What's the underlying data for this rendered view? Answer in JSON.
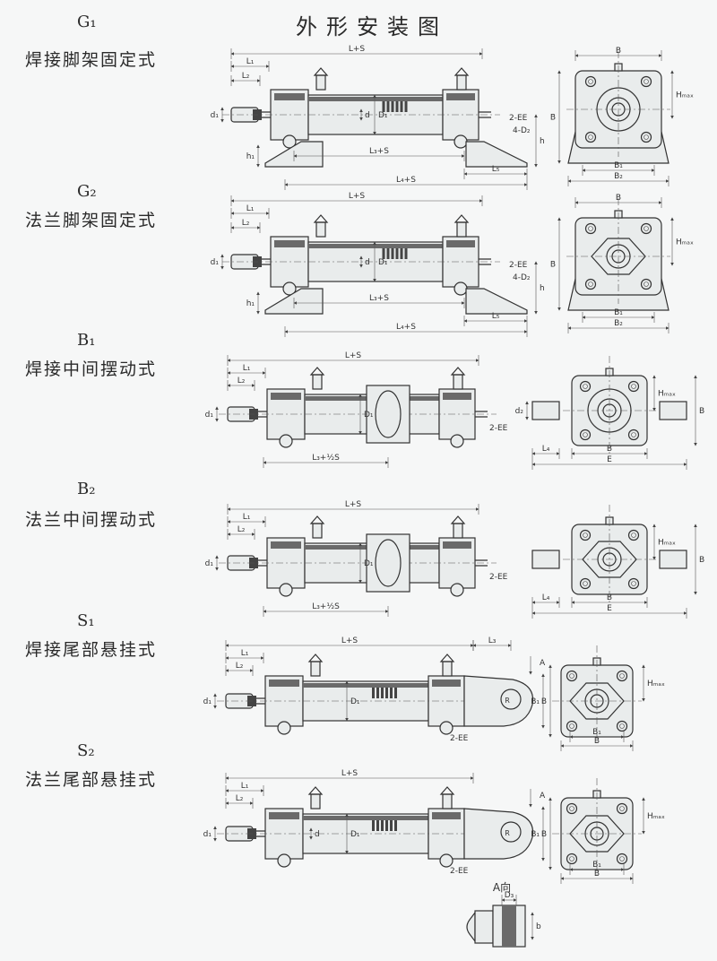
{
  "title": "外形安装图",
  "sections": [
    {
      "code": "G₁",
      "name": "焊接脚架固定式",
      "dims": {
        "total": "L+S",
        "l1": "L₁",
        "l2": "L₂",
        "l3": "L₃+S",
        "l4": "L₄+S",
        "l5": "L₅",
        "d1": "d₁",
        "d": "d",
        "D1": "D₁",
        "EE": "2-EE",
        "D2": "4-D₂",
        "h": "h",
        "h1": "h₁",
        "B": "B",
        "B1": "B₁",
        "B2": "B₂",
        "H": "Hₘₐₓ"
      }
    },
    {
      "code": "G₂",
      "name": "法兰脚架固定式",
      "dims": {
        "total": "L+S",
        "l1": "L₁",
        "l2": "L₂",
        "l3": "L₃+S",
        "l4": "L₄+S",
        "l5": "L₅",
        "d1": "d₁",
        "d": "d",
        "D1": "D₁",
        "EE": "2-EE",
        "D2": "4-D₂",
        "h": "h",
        "h1": "h₁",
        "B": "B",
        "B1": "B₁",
        "B2": "B₂",
        "H": "Hₘₐₓ"
      }
    },
    {
      "code": "B₁",
      "name": "焊接中间摆动式",
      "dims": {
        "total": "L+S",
        "l1": "L₁",
        "l2": "L₂",
        "l3": "L₃+½S",
        "d1": "d₁",
        "D1": "D₁",
        "EE": "2-EE",
        "d2": "d₂",
        "L4": "L₄",
        "B": "B",
        "E": "E",
        "H": "Hₘₐₓ"
      }
    },
    {
      "code": "B₂",
      "name": "法兰中间摆动式",
      "dims": {
        "total": "L+S",
        "l1": "L₁",
        "l2": "L₂",
        "l3": "L₃+½S",
        "d1": "d₁",
        "D1": "D₁",
        "EE": "2-EE",
        "L4": "L₄",
        "B": "B",
        "E": "E",
        "H": "Hₘₐₓ"
      }
    },
    {
      "code": "S₁",
      "name": "焊接尾部悬挂式",
      "dims": {
        "total": "L+S",
        "l1": "L₁",
        "l2": "L₂",
        "l3": "L₃",
        "d1": "d₁",
        "D1": "D₁",
        "EE": "2-EE",
        "A": "A",
        "R": "R",
        "B": "B",
        "B1": "B₁",
        "H": "Hₘₐₓ"
      }
    },
    {
      "code": "S₂",
      "name": "法兰尾部悬挂式",
      "dims": {
        "total": "L+S",
        "l1": "L₁",
        "l2": "L₂",
        "d1": "d₁",
        "d": "d",
        "D1": "D₁",
        "EE": "2-EE",
        "A": "A",
        "R": "R",
        "B": "B",
        "B1": "B₁",
        "H": "Hₘₐₓ"
      }
    }
  ],
  "a_view": {
    "label": "A向",
    "D3": "D₃",
    "b": "b"
  }
}
